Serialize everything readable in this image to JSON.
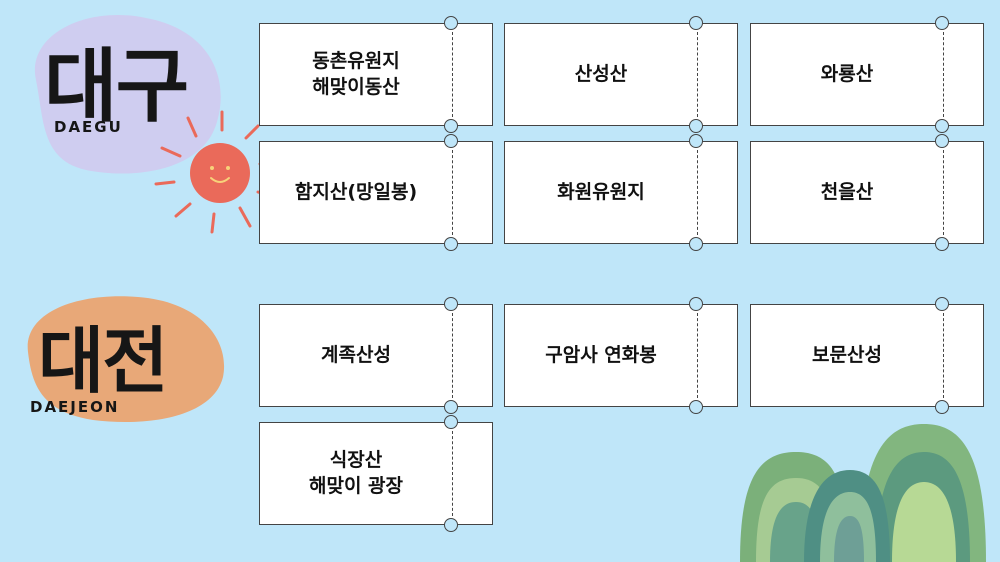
{
  "daegu": {
    "title": "대구",
    "subtitle": "DAEGU",
    "spots": [
      "동촌유원지\n해맞이동산",
      "산성산",
      "와룡산",
      "함지산(망일봉)",
      "화원유원지",
      "천을산"
    ]
  },
  "daejeon": {
    "title": "대전",
    "subtitle": "DAEJEON",
    "spots": [
      "계족산성",
      "구암사 연화봉",
      "보문산성",
      "식장산\n해맞이 광장"
    ]
  },
  "colors": {
    "background": "#bfe6f9",
    "daegu_blob": "#cfcdf0",
    "daejeon_blob": "#e8a878",
    "sun": "#ea6a5a"
  },
  "icons": [
    "sun-icon",
    "hills-illustration"
  ]
}
